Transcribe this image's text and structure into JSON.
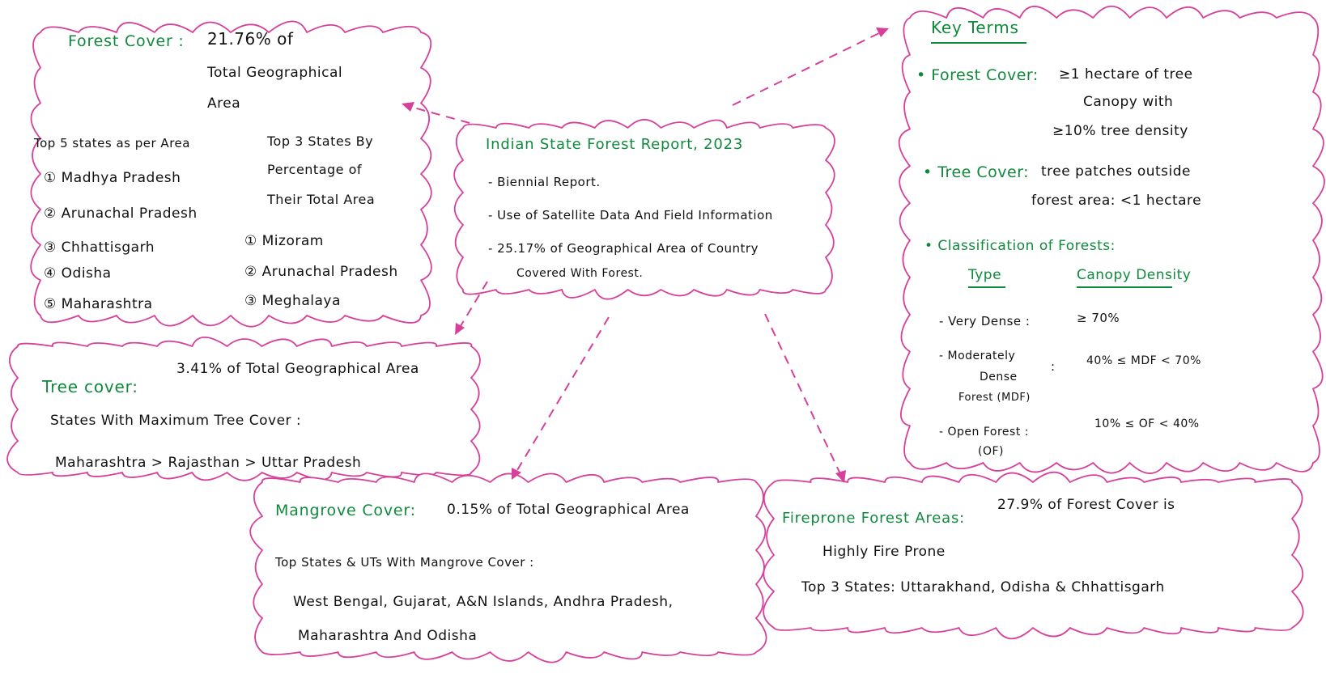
{
  "colors": {
    "accent_green": "#0f8a3c",
    "cloud_outline": "#d6409a",
    "text": "#111111"
  },
  "forest_cover": {
    "label": "Forest Cover :",
    "value_line1": "21.76% of",
    "value_line2": "Total Geographical",
    "value_line3": "Area",
    "top_area_title": "Top 5 states as per Area",
    "top_area_items": [
      "① Madhya Pradesh",
      "② Arunachal Pradesh",
      "③ Chhattisgarh",
      "④ Odisha",
      "⑤ Maharashtra"
    ],
    "top_pct_title_1": "Top 3 States By",
    "top_pct_title_2": "Percentage of",
    "top_pct_title_3": "Their Total Area",
    "top_pct_items": [
      "① Mizoram",
      "② Arunachal Pradesh",
      "③ Meghalaya"
    ]
  },
  "report": {
    "title": "Indian State Forest Report, 2023",
    "points": [
      "- Biennial Report.",
      "- Use of Satellite Data And Field Information",
      "- 25.17% of Geographical Area of Country"
    ],
    "point3_cont": "Covered With Forest."
  },
  "tree_cover": {
    "label": "Tree cover:",
    "value": "3.41% of Total Geographical Area",
    "states_title": "States With Maximum Tree Cover :",
    "states": "Maharashtra > Rajasthan > Uttar Pradesh"
  },
  "mangrove": {
    "label": "Mangrove Cover:",
    "value": "0.15% of Total Geographical Area",
    "states_title": "Top States & UTs With Mangrove Cover :",
    "states_line1": "West Bengal, Gujarat, A&N Islands, Andhra Pradesh,",
    "states_line2": "Maharashtra And Odisha"
  },
  "fire": {
    "label": "Fireprone Forest Areas:",
    "value": "27.9% of Forest Cover is",
    "value_cont": "Highly Fire Prone",
    "states": "Top 3 States: Uttarakhand, Odisha & Chhattisgarh"
  },
  "key_terms": {
    "title": "Key Terms",
    "fc_label": "• Forest Cover:",
    "fc_line1": "≥1 hectare of tree",
    "fc_line2": "Canopy with",
    "fc_line3": "≥10% tree density",
    "tc_label": "• Tree Cover:",
    "tc_line1": "tree patches outside",
    "tc_line2": "forest area: <1 hectare",
    "class_title": "• Classification of Forests:",
    "col_type": "Type",
    "col_density": "Canopy Density",
    "rows": [
      {
        "type": "- Very Dense :",
        "density": "≥ 70%"
      },
      {
        "type": "- Moderately",
        "density": "40% ≤ MDF < 70%"
      },
      {
        "type": "- Open Forest :",
        "density": "10% ≤ OF < 40%"
      }
    ],
    "mdf_line2": "Dense",
    "mdf_line3": "Forest (MDF)",
    "mdf_colon": ":",
    "of_line2": "(OF)"
  }
}
